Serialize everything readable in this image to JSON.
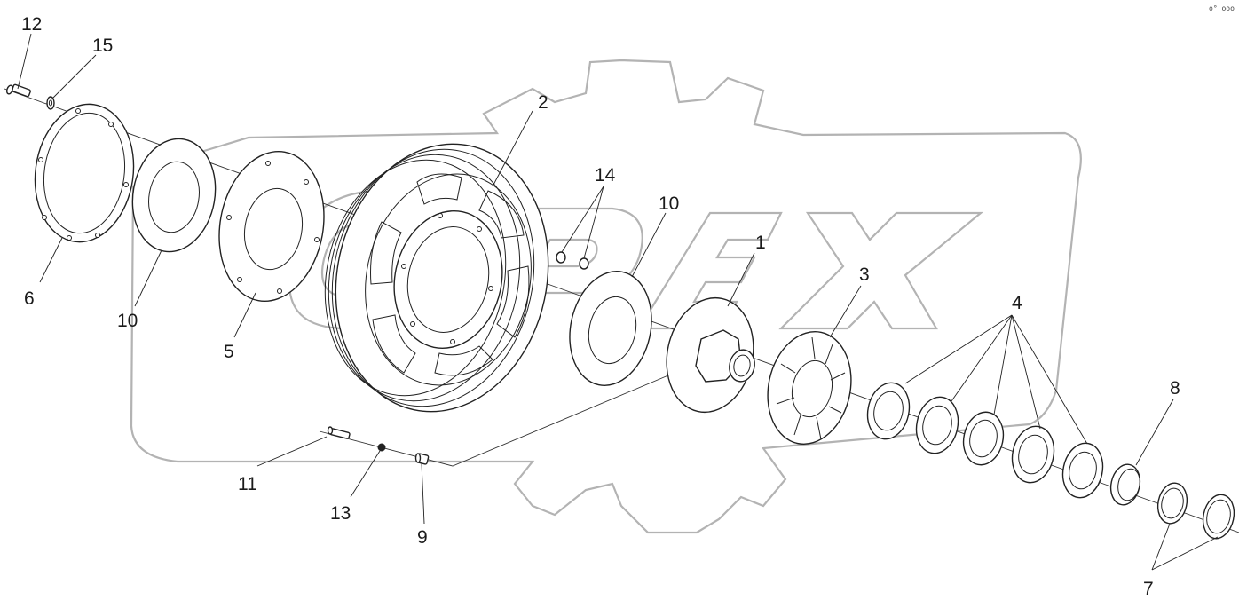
{
  "corner_mark": "o° ooo",
  "callouts": {
    "c1": "1",
    "c2": "2",
    "c3": "3",
    "c4": "4",
    "c5": "5",
    "c6": "6",
    "c7": "7",
    "c8": "8",
    "c9": "9",
    "c10a": "10",
    "c10b": "10",
    "c11": "11",
    "c12": "12",
    "c13": "13",
    "c14": "14",
    "c15": "15"
  }
}
